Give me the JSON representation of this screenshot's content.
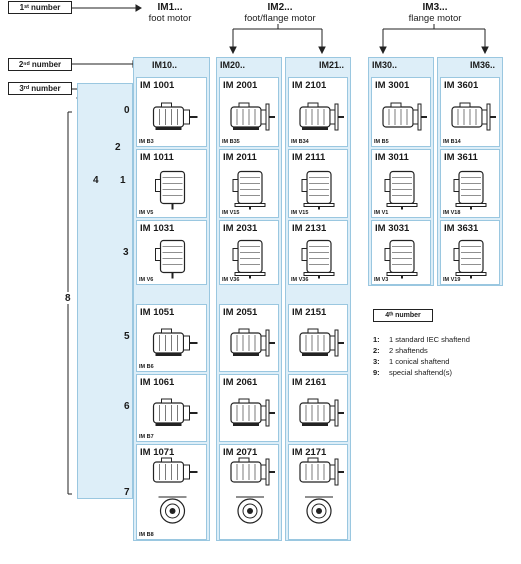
{
  "labels": {
    "first_number": "1ˢᵗ number",
    "second_number": "2ⁿᵈ number",
    "third_number": "3ʳᵈ number",
    "fourth_number": "4ᵗʰ number"
  },
  "headers": {
    "im1": {
      "code": "IM1...",
      "desc": "foot motor"
    },
    "im2": {
      "code": "IM2...",
      "desc": "foot/flange motor"
    },
    "im3": {
      "code": "IM3...",
      "desc": "flange motor"
    }
  },
  "columns": [
    "IM10..",
    "IM20..",
    "IM21..",
    "IM30..",
    "IM36.."
  ],
  "third_digits": [
    "0",
    "1",
    "3",
    "5",
    "6",
    "7"
  ],
  "brackets": {
    "b2": "2",
    "b4": "4",
    "b8": "8"
  },
  "cells": {
    "r0": [
      {
        "code": "IM 1001",
        "pos": "IM B3"
      },
      {
        "code": "IM 2001",
        "pos": "IM B35"
      },
      {
        "code": "IM 2101",
        "pos": "IM B34"
      },
      {
        "code": "IM 3001",
        "pos": "IM B5"
      },
      {
        "code": "IM 3601",
        "pos": "IM B14"
      }
    ],
    "r1": [
      {
        "code": "IM 1011",
        "pos": "IM V5"
      },
      {
        "code": "IM 2011",
        "pos": "IM V15"
      },
      {
        "code": "IM 2111",
        "pos": "IM V15"
      },
      {
        "code": "IM 3011",
        "pos": "IM V1"
      },
      {
        "code": "IM 3611",
        "pos": "IM V18"
      }
    ],
    "r3": [
      {
        "code": "IM 1031",
        "pos": "IM V6"
      },
      {
        "code": "IM 2031",
        "pos": "IM V36"
      },
      {
        "code": "IM 2131",
        "pos": "IM V36"
      },
      {
        "code": "IM 3031",
        "pos": "IM V3"
      },
      {
        "code": "IM 3631",
        "pos": "IM V19"
      }
    ],
    "r5": [
      {
        "code": "IM 1051",
        "pos": "IM B6"
      },
      {
        "code": "IM 2051",
        "pos": ""
      },
      {
        "code": "IM 2151",
        "pos": ""
      }
    ],
    "r6": [
      {
        "code": "IM 1061",
        "pos": "IM B7"
      },
      {
        "code": "IM 2061",
        "pos": ""
      },
      {
        "code": "IM 2161",
        "pos": ""
      }
    ],
    "r7": [
      {
        "code": "IM 1071",
        "pos": "IM B8"
      },
      {
        "code": "IM 2071",
        "pos": ""
      },
      {
        "code": "IM 2171",
        "pos": ""
      }
    ]
  },
  "legend": [
    {
      "key": "1:",
      "text": "1 standard IEC shaftend"
    },
    {
      "key": "2:",
      "text": "2 shaftends"
    },
    {
      "key": "3:",
      "text": "1 conical shaftend"
    },
    {
      "key": "9:",
      "text": "special shaftend(s)"
    }
  ]
}
